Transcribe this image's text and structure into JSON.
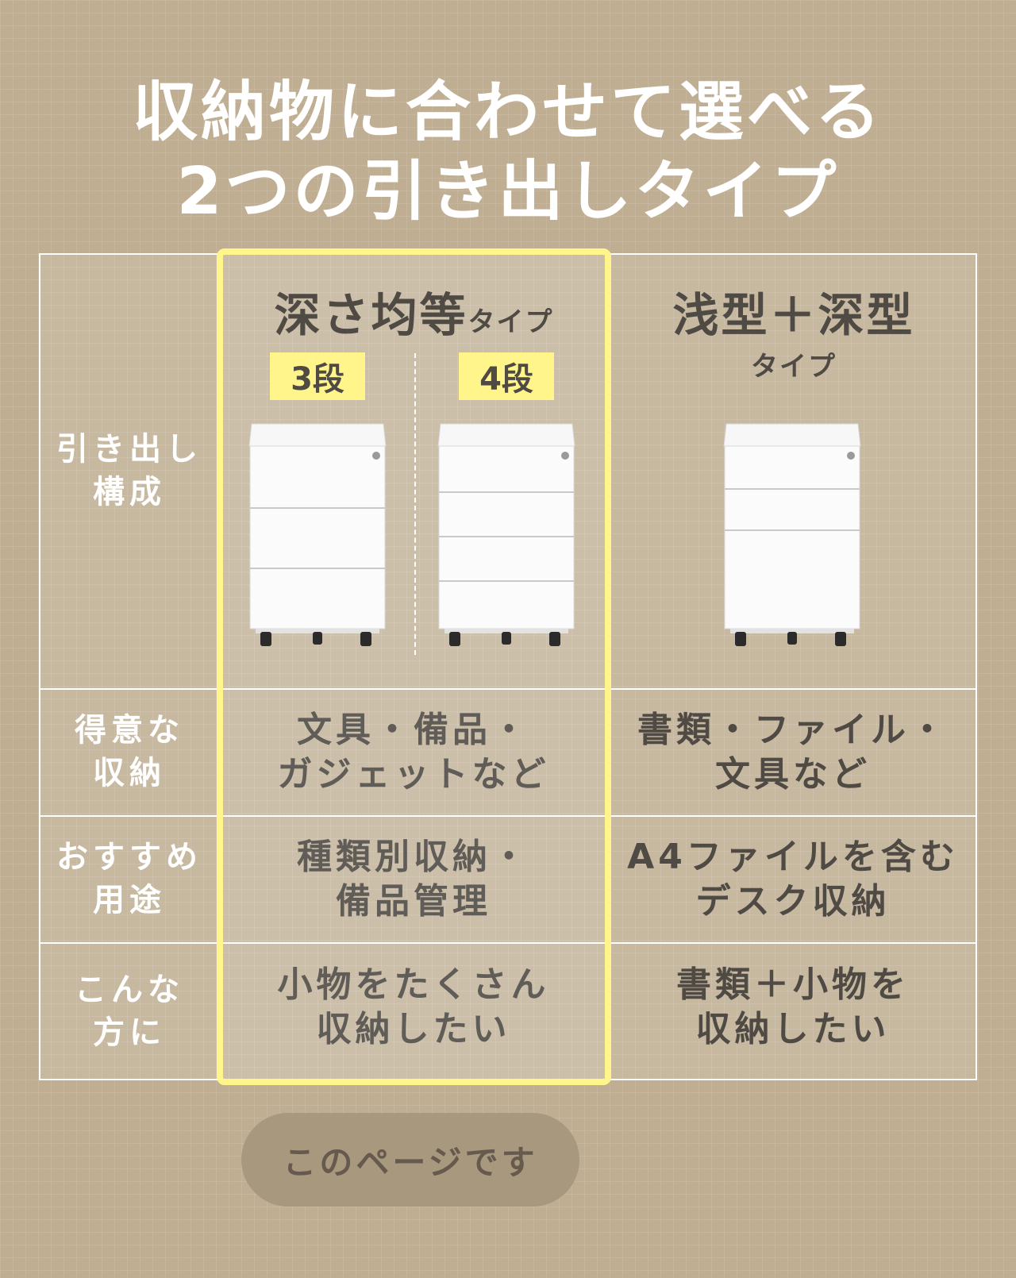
{
  "headline": {
    "line1": "収納物に合わせて選べる",
    "line2": "2つの引き出しタイプ"
  },
  "columns": {
    "equal": {
      "title_main": "深さ均等",
      "title_suffix": "タイプ",
      "option_a": "3段",
      "option_b": "4段"
    },
    "mixed": {
      "title_main": "浅型＋深型",
      "title_sub": "タイプ"
    }
  },
  "rows": {
    "config": {
      "label_l1": "引き出し",
      "label_l2": "構成"
    },
    "storage": {
      "label_l1": "得意な",
      "label_l2": "収納",
      "equal_l1": "文具・備品・",
      "equal_l2": "ガジェットなど",
      "mixed_l1": "書類・ファイル・",
      "mixed_l2": "文具など"
    },
    "use": {
      "label_l1": "おすすめ",
      "label_l2": "用途",
      "equal_l1": "種類別収納・",
      "equal_l2": "備品管理",
      "mixed_l1": "A4ファイルを含む",
      "mixed_l2": "デスク収納"
    },
    "person": {
      "label_l1": "こんな",
      "label_l2": "方に",
      "equal_l1": "小物をたくさん",
      "equal_l2": "収納したい",
      "mixed_l1": "書類＋小物を",
      "mixed_l2": "収納したい"
    }
  },
  "button": {
    "label": "このページです"
  },
  "colors": {
    "background": "#bfae92",
    "highlight": "#fff58a",
    "text": "#4f4a44",
    "button": "#a8987e"
  }
}
